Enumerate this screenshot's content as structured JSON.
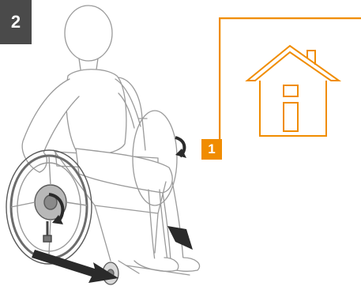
{
  "step": {
    "number": "2"
  },
  "callout": {
    "number": "1",
    "icon": "home-icon",
    "accent_color": "#f08c00"
  },
  "illustration": {
    "subject": "wheelchair-user-illustration",
    "arrow_icons": [
      "rotate-arrow-icon",
      "push-arrow-icon",
      "down-arrow-icon"
    ],
    "line_color": "#8a8a8a",
    "arrow_color": "#2a2a2a"
  },
  "colors": {
    "step_badge_bg": "#4a4a4a",
    "accent": "#f08c00"
  }
}
